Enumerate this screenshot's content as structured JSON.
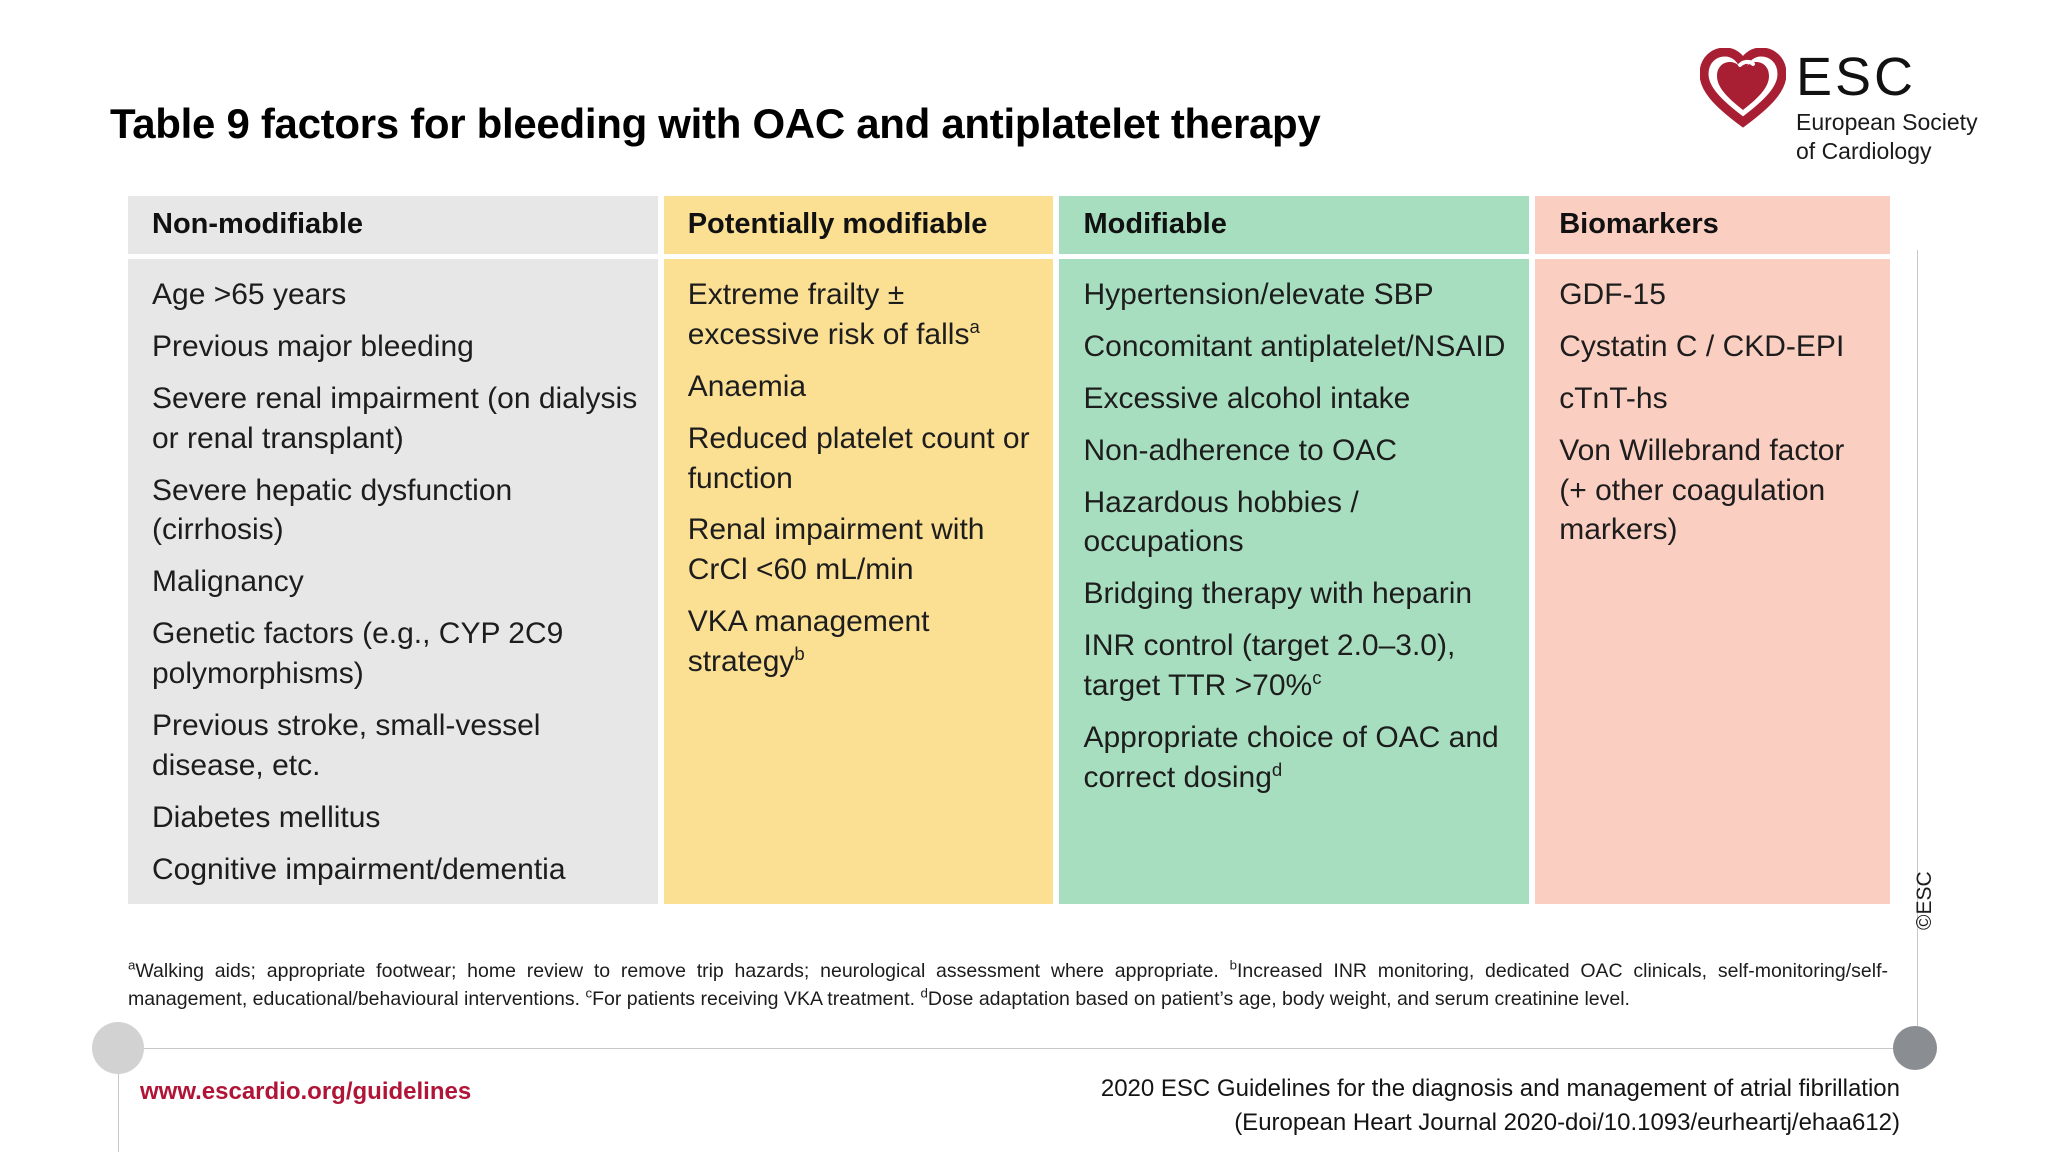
{
  "title": "Table 9 factors for bleeding with OAC and antiplatelet therapy",
  "logo": {
    "mark": "esc-heart-logo",
    "acronym": "ESC",
    "line1": "European Society",
    "line2": "of Cardiology",
    "heart_color": "#a81f33"
  },
  "table": {
    "columns": [
      {
        "header": "Non-modifiable",
        "header_bg": "#e7e7e7",
        "body_bg": "#e7e7e7",
        "items": [
          "Age >65 years",
          "Previous major bleeding",
          "Severe renal impairment (on dialysis  or renal transplant)",
          "Severe hepatic dysfunction (cirrhosis)",
          "Malignancy",
          "Genetic factors (e.g., CYP 2C9 polymorphisms)",
          "Previous stroke, small-vessel disease,  etc.",
          "Diabetes mellitus",
          "Cognitive impairment/dementia"
        ]
      },
      {
        "header": "Potentially modifiable",
        "header_bg": "#fbe094",
        "body_bg": "#fbe094",
        "items": [
          "Extreme frailty ± excessive risk of falls<sup>a</sup>",
          "Anaemia",
          "Reduced platelet count or function",
          "Renal impairment with CrCl <60 mL/min",
          "VKA management strategy<sup>b</sup>"
        ]
      },
      {
        "header": "Modifiable",
        "header_bg": "#a8dec0",
        "body_bg": "#a8dec0",
        "items": [
          "Hypertension/elevate SBP",
          "Concomitant antiplatelet/NSAID",
          "Excessive alcohol intake",
          "Non-adherence to OAC",
          "Hazardous hobbies / occupations",
          "Bridging therapy with heparin",
          "INR control (target 2.0–3.0),  target TTR >70%<sup>c</sup>",
          "Appropriate choice of OAC and  correct dosing<sup>d</sup>"
        ]
      },
      {
        "header": "Biomarkers",
        "header_bg": "#fbcec2",
        "body_bg": "#fbcec2",
        "items": [
          "GDF-15",
          "Cystatin C / CKD-EPI",
          "cTnT-hs",
          "Von Willebrand factor (+ other coagulation markers)"
        ]
      }
    ]
  },
  "footnotes": "<sup>a</sup>Walking aids; appropriate footwear; home review to remove trip hazards; neurological assessment where appropriate.  <sup>b</sup>Increased INR monitoring, dedicated OAC clinicals, self-monitoring/self-management, educational/behavioural interventions. <sup>c</sup>For patients receiving VKA treatment. <sup>d</sup>Dose adaptation based on patient’s age, body weight, and serum creatinine level.",
  "footer": {
    "url": "www.escardio.org/guidelines",
    "url_color": "#b01538",
    "citation_line1": "2020 ESC Guidelines for the diagnosis and management of atrial fibrillation",
    "citation_line2": "(European Heart Journal 2020-doi/10.1093/eurheartj/ehaa612)",
    "copyright": "©ESC"
  }
}
